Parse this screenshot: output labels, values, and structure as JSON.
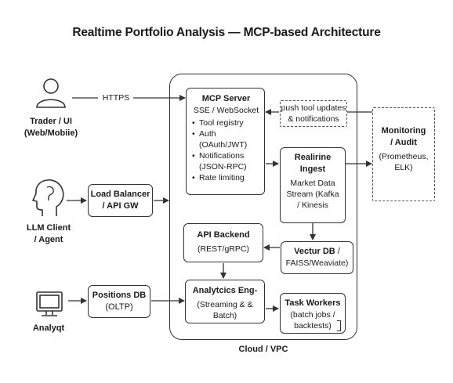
{
  "title": "Realtime Portfolio Analysis — MCP-based Architecture",
  "actors": {
    "trader": {
      "name_line1": "Trader / UI",
      "name_line2": "(Web/Mobiie)"
    },
    "llm": {
      "name_line1": "LLM Client",
      "name_line2": "/ Agent"
    },
    "analyst": {
      "name": "Analyqt"
    }
  },
  "edges": {
    "https": "HTTPS"
  },
  "load_balancer": {
    "line1": "Load Balancer",
    "line2": "/ API GW"
  },
  "positions_db": {
    "title": "Positions DB",
    "subtitle": "(OLTP)"
  },
  "cloud": {
    "label": "Cloud / VPC"
  },
  "mcp_server": {
    "title": "MCP Server",
    "subtitle": "SSE / WebSocket",
    "items": [
      "Tool registry",
      "Auth (OAuth/JWT)",
      "Notifications",
      "(JSON-RPC)",
      "Rate limiting"
    ]
  },
  "push_note": {
    "line1": "push tool updates",
    "line2": "& notifications"
  },
  "realtime_ingest": {
    "title_line1": "Realirine",
    "title_line2": "Ingest",
    "desc": [
      "Market Data",
      "Stream (Kafka",
      "/ Kinesis"
    ]
  },
  "api_backend": {
    "title": "API Backend",
    "subtitle": "(REST/gRPC)"
  },
  "vector_db": {
    "title": "Vectur DB",
    "title_suffix": " /",
    "subtitle": "FAISS/Weaviate)"
  },
  "analytics": {
    "title": "Analytcics Eng-",
    "sub_line1": "(Streaming & &",
    "sub_line2": "Batch)"
  },
  "task_workers": {
    "title": "Task Workers",
    "line1": "(batch jobs /",
    "line2": "backtests)"
  },
  "monitoring": {
    "title_line1": "Monitoring",
    "title_line2": "/ Audit",
    "sub_line1": "(Prometheus,",
    "sub_line2": "ELK)"
  }
}
